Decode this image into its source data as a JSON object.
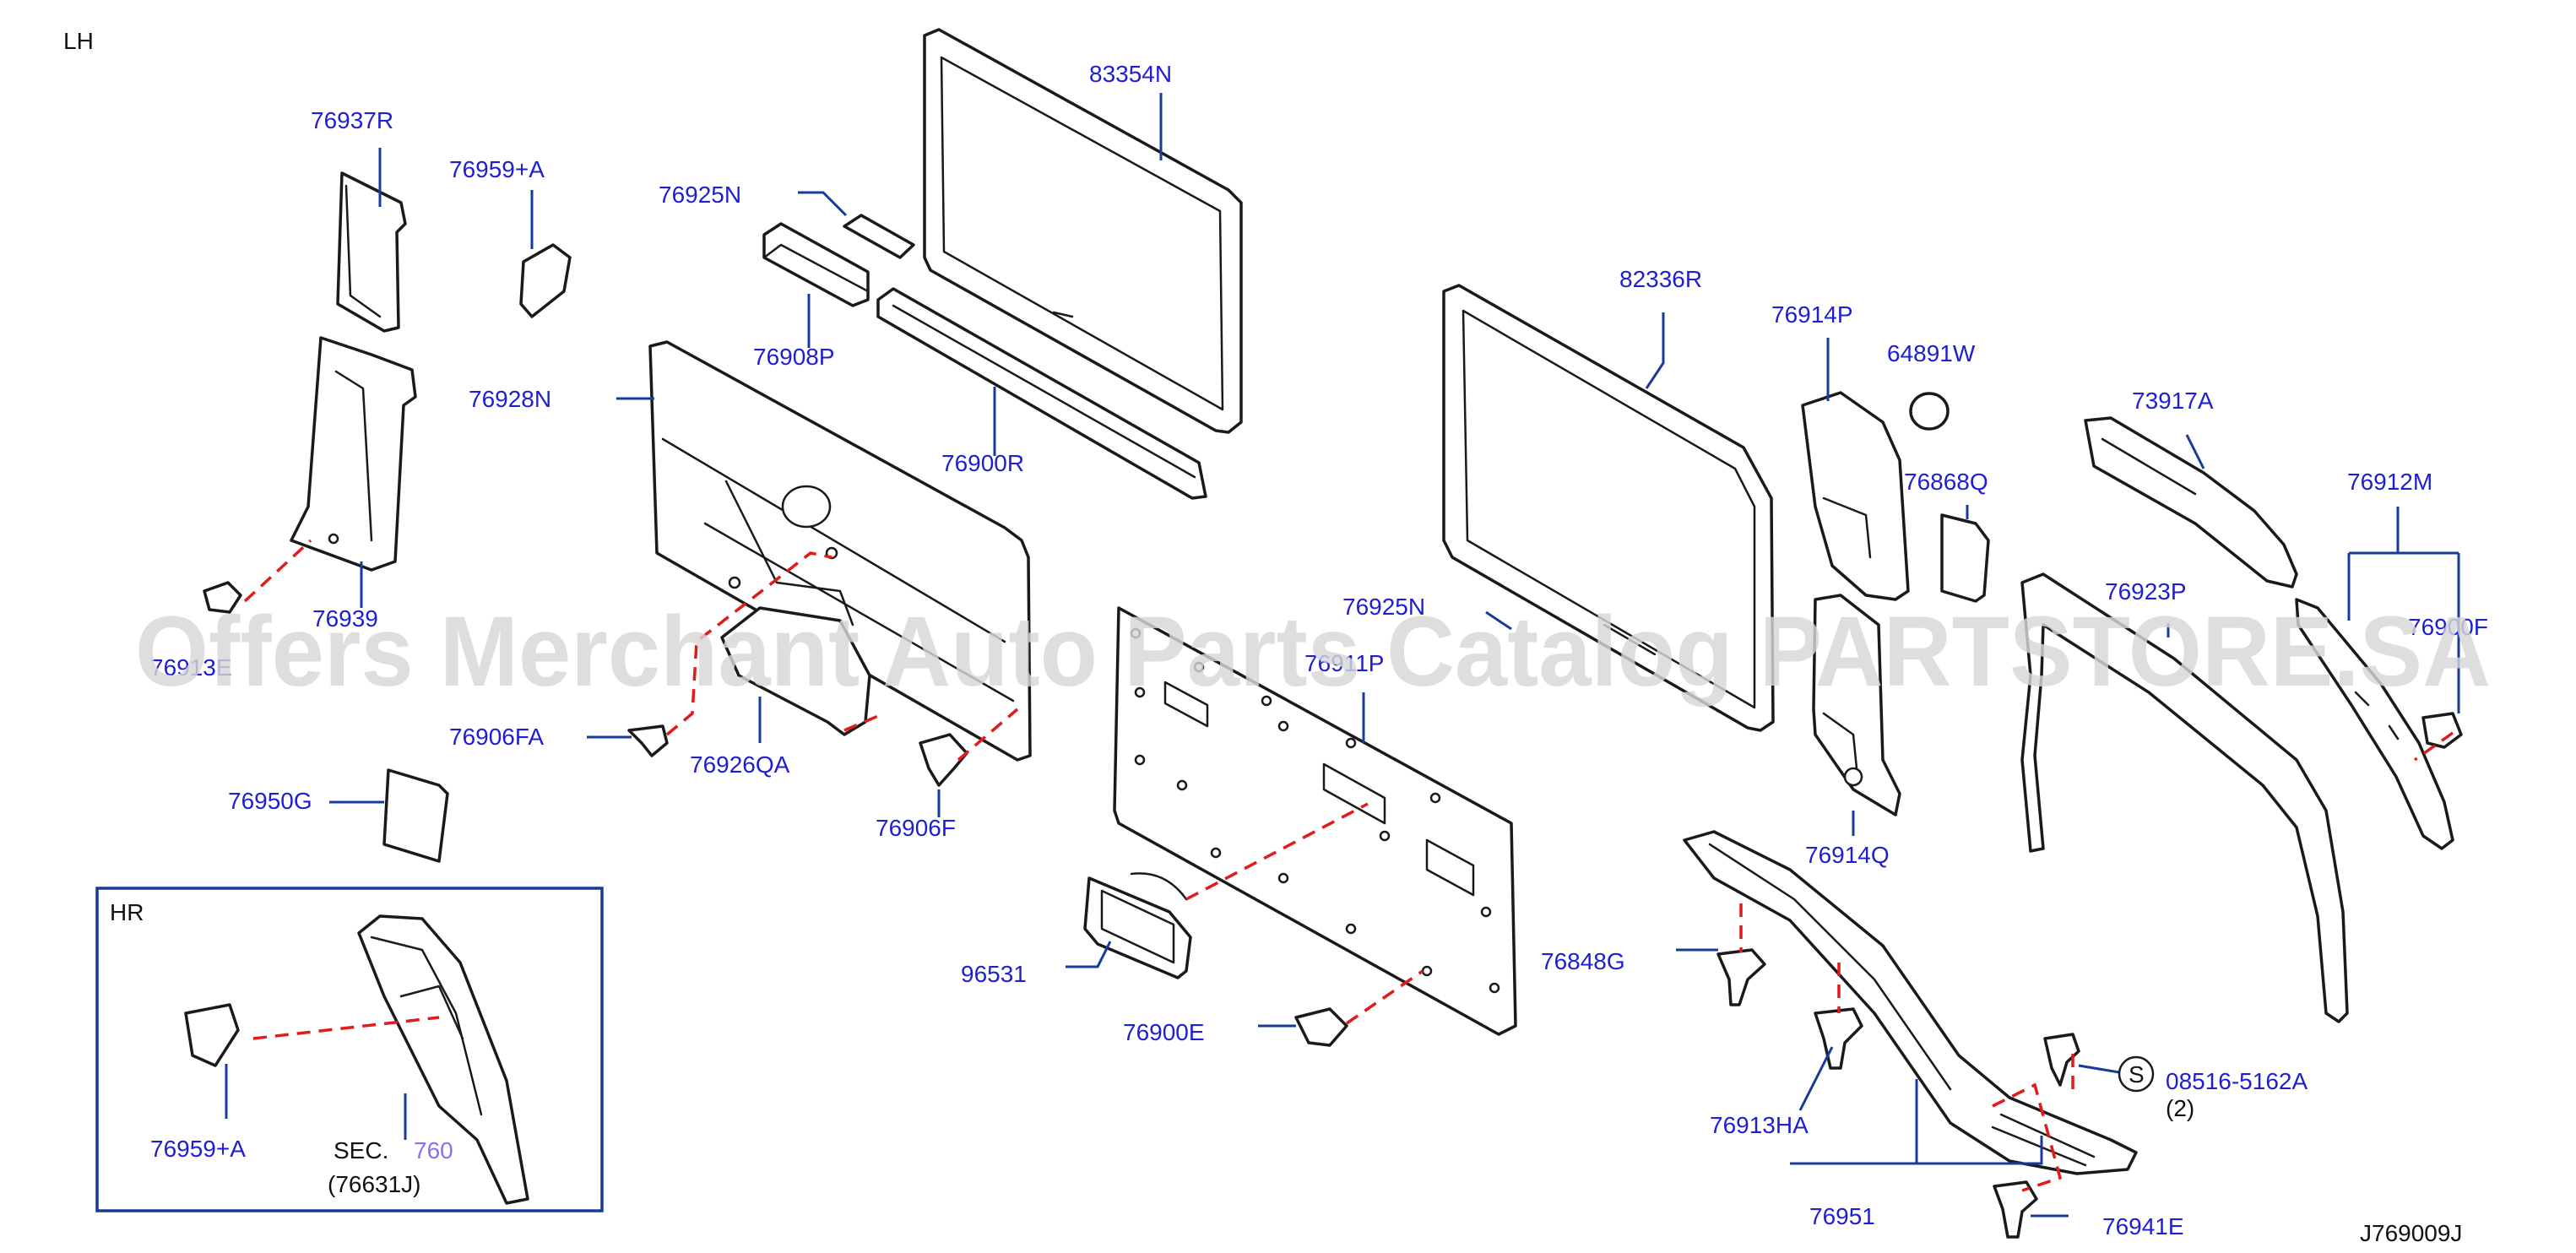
{
  "view_label": "LH",
  "inset": {
    "label": "HR",
    "sec_ref": "SEC.",
    "sec_number": "760",
    "sec_part": "(76631J)"
  },
  "parts": {
    "p76937R": "76937R",
    "p76959A": "76959+A",
    "p76925N_top": "76925N",
    "p83354N": "83354N",
    "p76908P": "76908P",
    "p76928N": "76928N",
    "p76900R": "76900R",
    "p76939": "76939",
    "p76913E": "76913E",
    "p76906FA": "76906FA",
    "p76926QA": "76926QA",
    "p76906F": "76906F",
    "p76950G": "76950G",
    "p82336R": "82336R",
    "p76914P": "76914P",
    "p64891W": "64891W",
    "p76868Q": "76868Q",
    "p73917A": "73917A",
    "p76912M": "76912M",
    "p76923P": "76923P",
    "p76900F": "76900F",
    "p76925N_mid": "76925N",
    "p76911P": "76911P",
    "p76914Q": "76914Q",
    "p76848G": "76848G",
    "p96531": "96531",
    "p76900E": "76900E",
    "p76913HA": "76913HA",
    "p76951": "76951",
    "p76941E": "76941E",
    "p08516": "08516-5162A",
    "p08516_qty": "(2)",
    "s_symbol": "S",
    "p76959A_inset": "76959+A"
  },
  "diagram_code": "J769009J",
  "watermark": "Offers Merchant Auto Parts Catalog PARTSTORE.SA",
  "colors": {
    "callout": "#1e1ed2",
    "leader": "#1a3a9a",
    "dashed": "#e01b1b",
    "linework": "#1a1a1a",
    "watermark": "#d7d7d7"
  }
}
